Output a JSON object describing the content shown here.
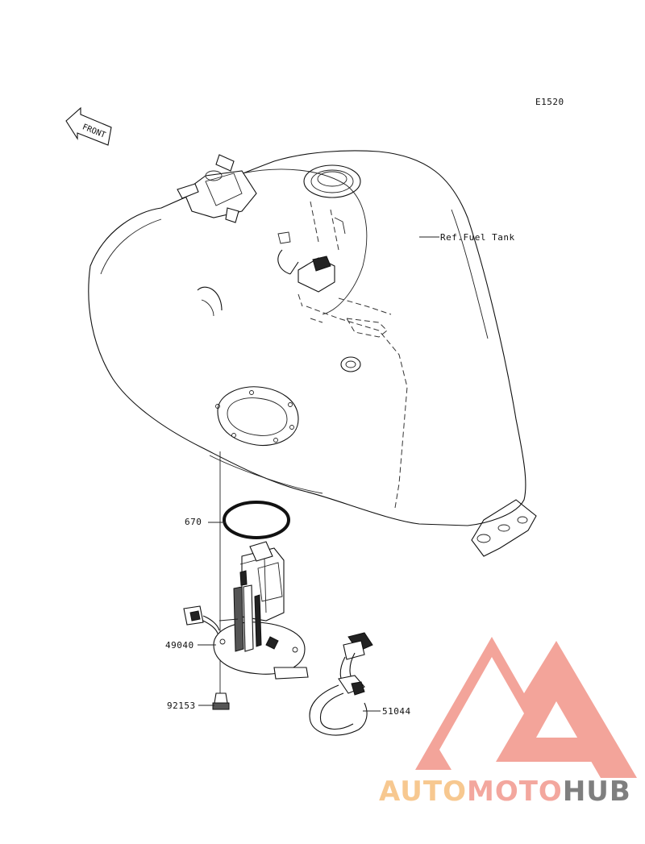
{
  "diagram_code": "E1520",
  "front_label": "FRONT",
  "callouts": {
    "ref_fuel_tank": "Ref.Fuel Tank",
    "o_ring": "670",
    "fuel_pump": "49040",
    "bolt": "92153",
    "hose": "51044"
  },
  "watermark": {
    "part1": "AUTO",
    "part2": "MOTO",
    "part3": "HUB",
    "color_primary": "#f08a7e",
    "color_secondary": "#f5b66b",
    "color_dark": "#555555"
  }
}
